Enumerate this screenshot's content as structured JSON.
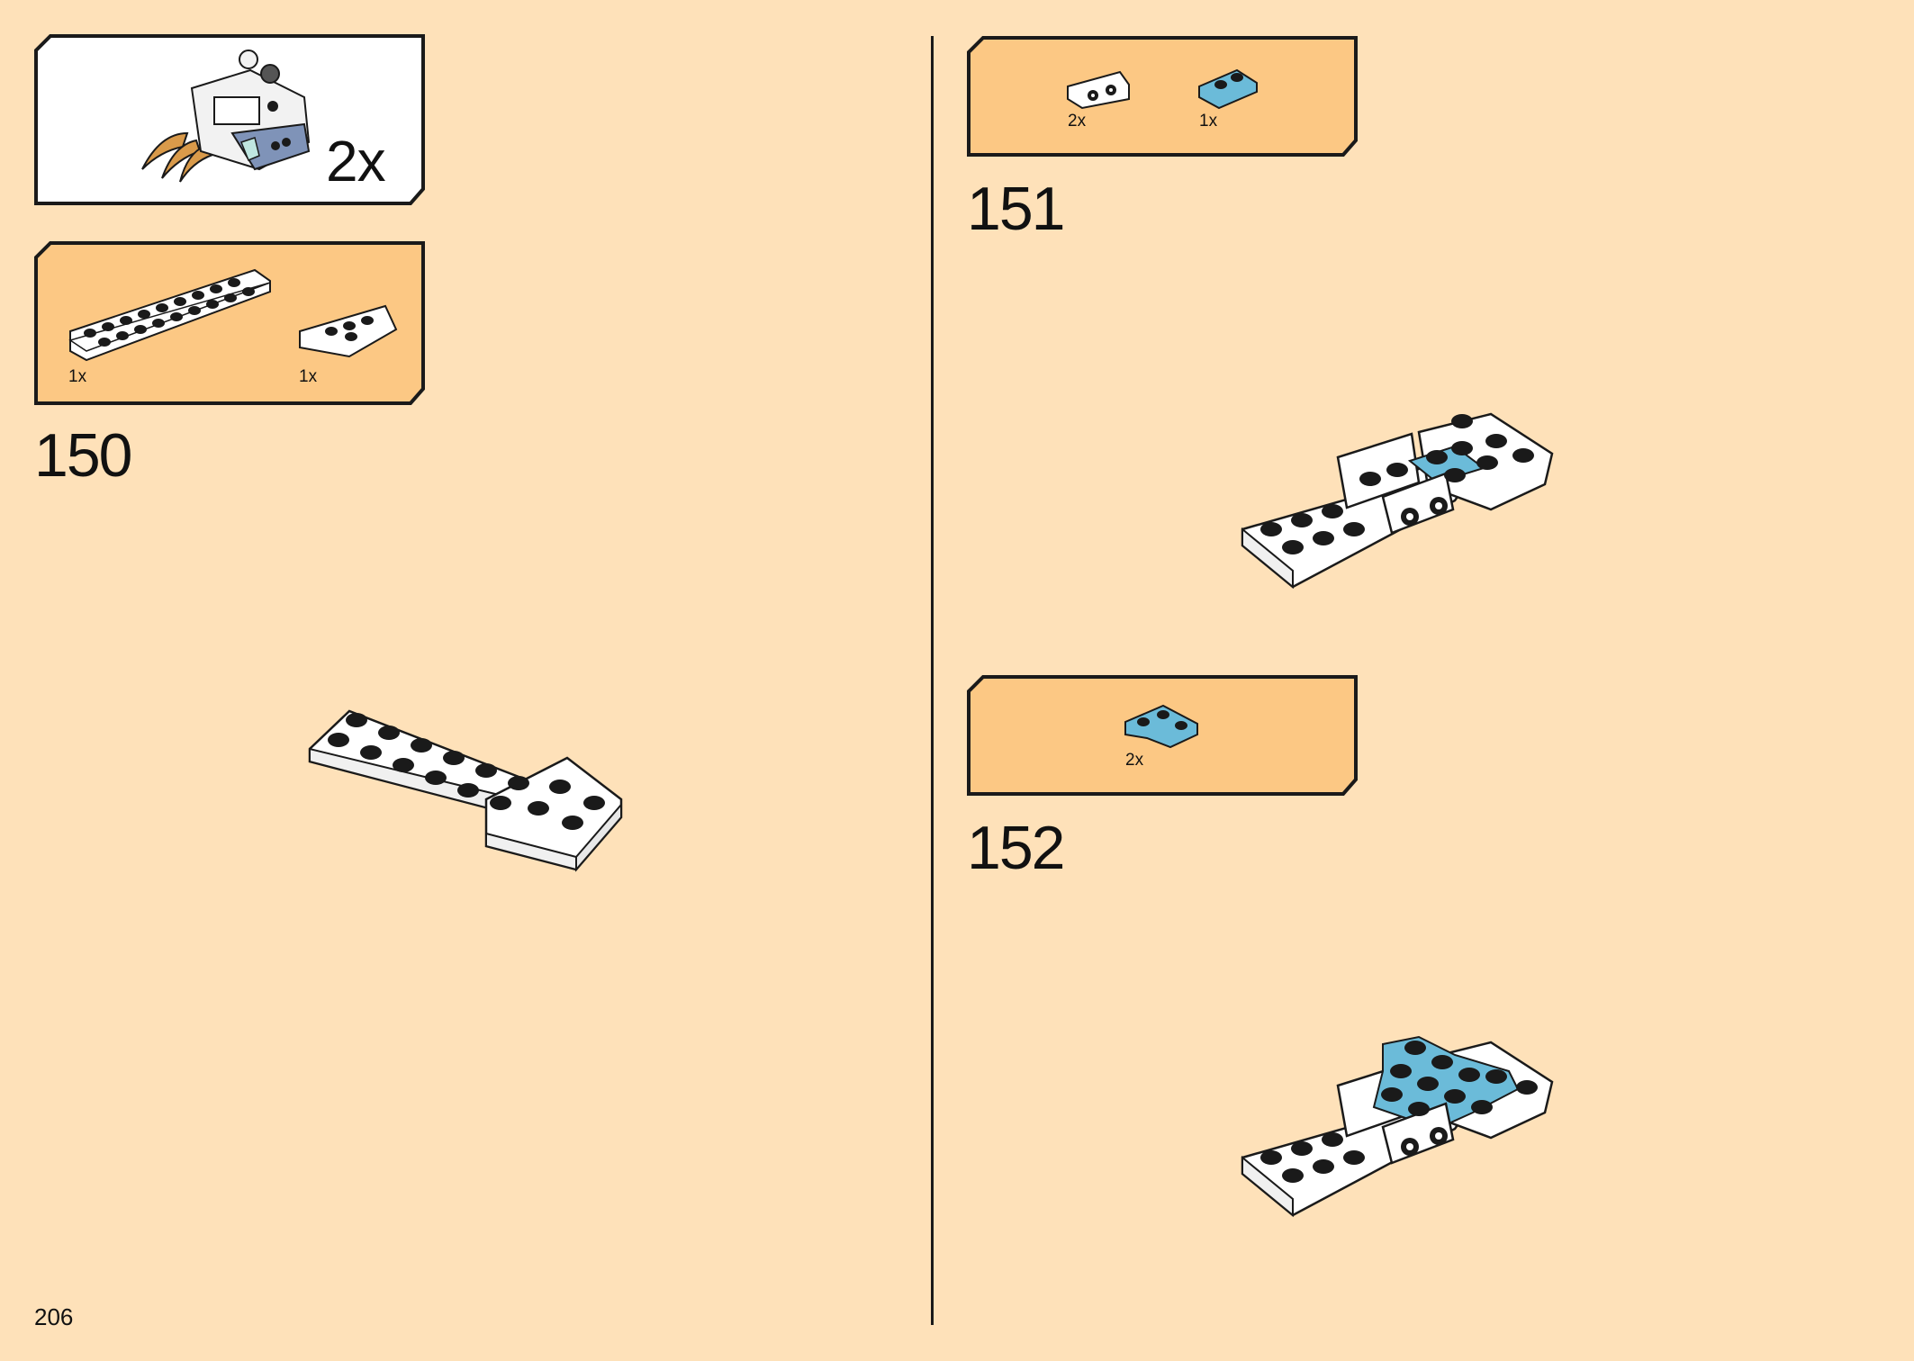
{
  "page_number": "206",
  "submodel_callout": {
    "multiplier": "2x"
  },
  "steps": [
    {
      "number": "150",
      "parts": [
        {
          "quantity": "1x",
          "part": "white plate 2x10"
        },
        {
          "quantity": "1x",
          "part": "white wedge plate"
        }
      ]
    },
    {
      "number": "151",
      "parts": [
        {
          "quantity": "2x",
          "part": "white bracket with 2 studs"
        },
        {
          "quantity": "1x",
          "part": "medium azure plate 1x2"
        }
      ]
    },
    {
      "number": "152",
      "parts": [
        {
          "quantity": "2x",
          "part": "medium azure corner plate 2x2"
        }
      ]
    }
  ],
  "colors": {
    "background": "#FEE1B9",
    "parts_panel": "#FCC884",
    "outline": "#1A1A1A",
    "white_brick": "#FFFFFF",
    "azure_brick": "#6BBBD9",
    "stud": "#1A1A1A"
  }
}
